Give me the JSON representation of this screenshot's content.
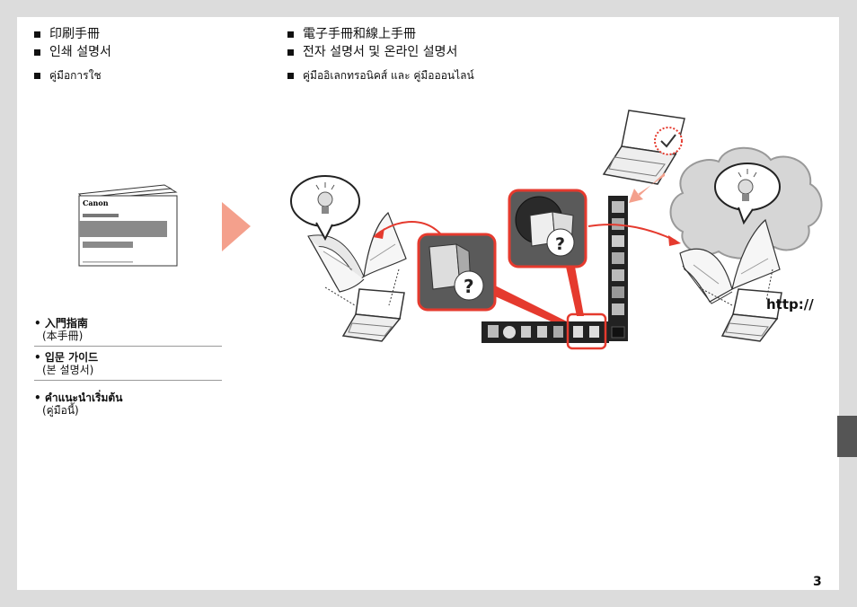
{
  "header_left": {
    "line1": "印刷手冊",
    "line2": "인쇄 설명서",
    "line3": "คู่มือการใช"
  },
  "header_right": {
    "line1": "電子手冊和線上手冊",
    "line2": "전자 설명서 및 온라인 설명서",
    "line3": "คู่มืออิเลกทรอนิคส์ และ คู่มือออนไลน์"
  },
  "booklet": {
    "brand": "Canon"
  },
  "guides": [
    {
      "title": "• 入門指南",
      "sub": "(本手冊)"
    },
    {
      "title": "• 입문 가이드",
      "sub": "(본 설명서)"
    },
    {
      "title": "• คำแนะนำเริ่มต้น",
      "sub": "(คู่มือนี้)"
    }
  ],
  "url_label": "http://",
  "page_number": "3",
  "colors": {
    "accent": "#e53a2e",
    "arrow": "#f4a08c",
    "tab": "#555555"
  }
}
